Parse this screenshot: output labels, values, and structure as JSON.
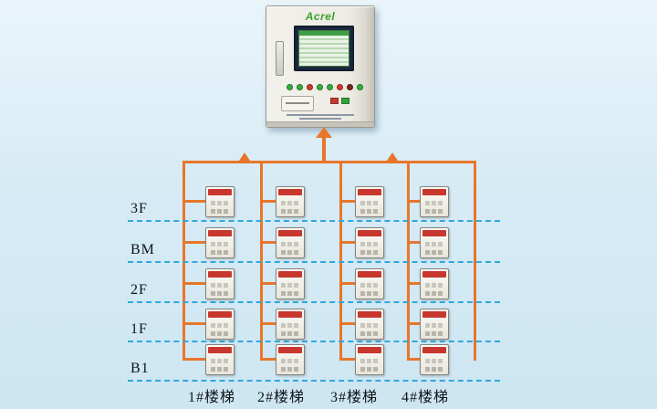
{
  "diagram": {
    "brand": "Acrel",
    "floors": [
      "3F",
      "BM",
      "2F",
      "1F",
      "B1"
    ],
    "stairs": [
      "1#楼梯",
      "2#楼梯",
      "3#楼梯",
      "4#楼梯"
    ],
    "grid": {
      "rows": 5,
      "cols": 4,
      "device_count": 20
    },
    "colors": {
      "bus_orange": "#e8762a",
      "floor_line_blue": "#2fa8dd",
      "device_red": "#c8372d",
      "brand_green": "#3aa32e",
      "label_text": "#101418"
    }
  }
}
